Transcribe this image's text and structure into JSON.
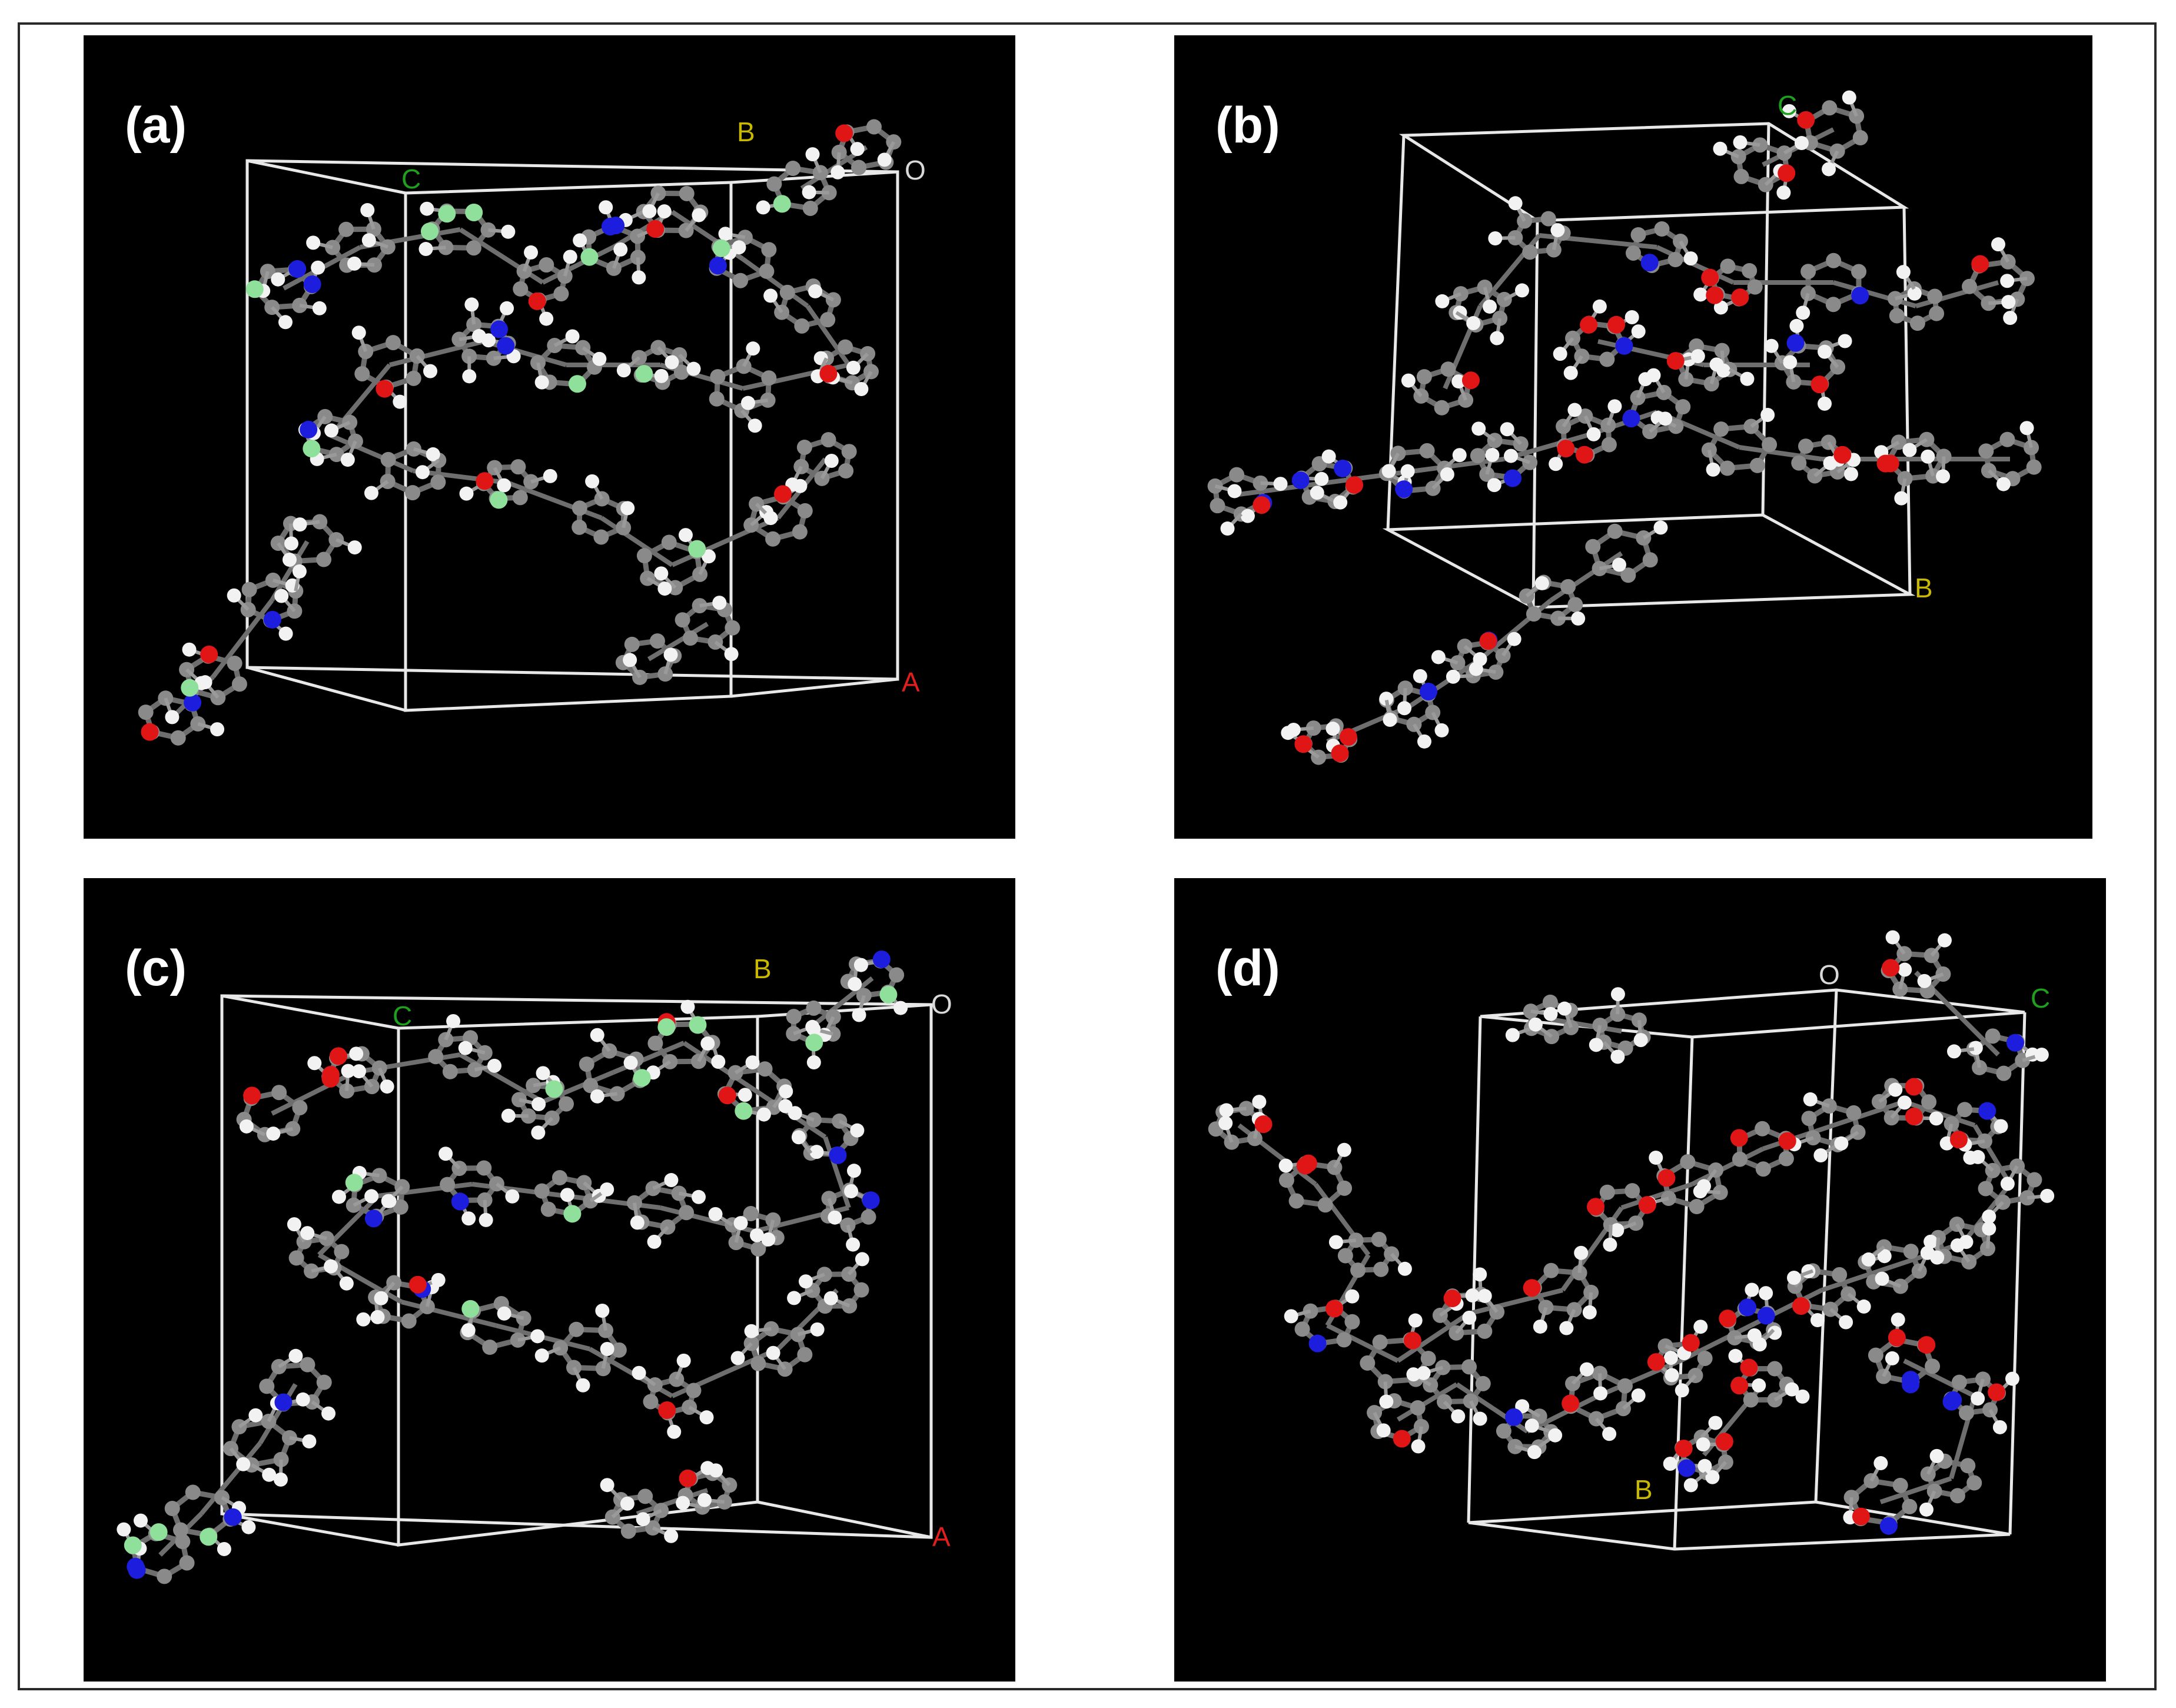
{
  "panels": [
    {
      "label": "(a)",
      "axes": {
        "a": "A",
        "b": "B",
        "c": "C",
        "o": "O"
      }
    },
    {
      "label": "(b)",
      "axes": {
        "b": "B",
        "c": "C"
      }
    },
    {
      "label": "(c)",
      "axes": {
        "a": "A",
        "b": "B",
        "c": "C",
        "o": "O"
      }
    },
    {
      "label": "(d)",
      "axes": {
        "b": "B",
        "c": "C",
        "o": "O"
      }
    }
  ],
  "colors": {
    "background": "#000000",
    "cell_edges": "#e8e8e8",
    "carbon": "#8a8a8a",
    "hydrogen": "#f2f2f2",
    "nitrogen": "#1d1dde",
    "oxygen": "#e01515",
    "fluorine": "#8fe09a",
    "axis_a": "#e01e1e",
    "axis_b": "#c9b800",
    "axis_c": "#1ea01e",
    "axis_o": "#d8d8d8"
  }
}
